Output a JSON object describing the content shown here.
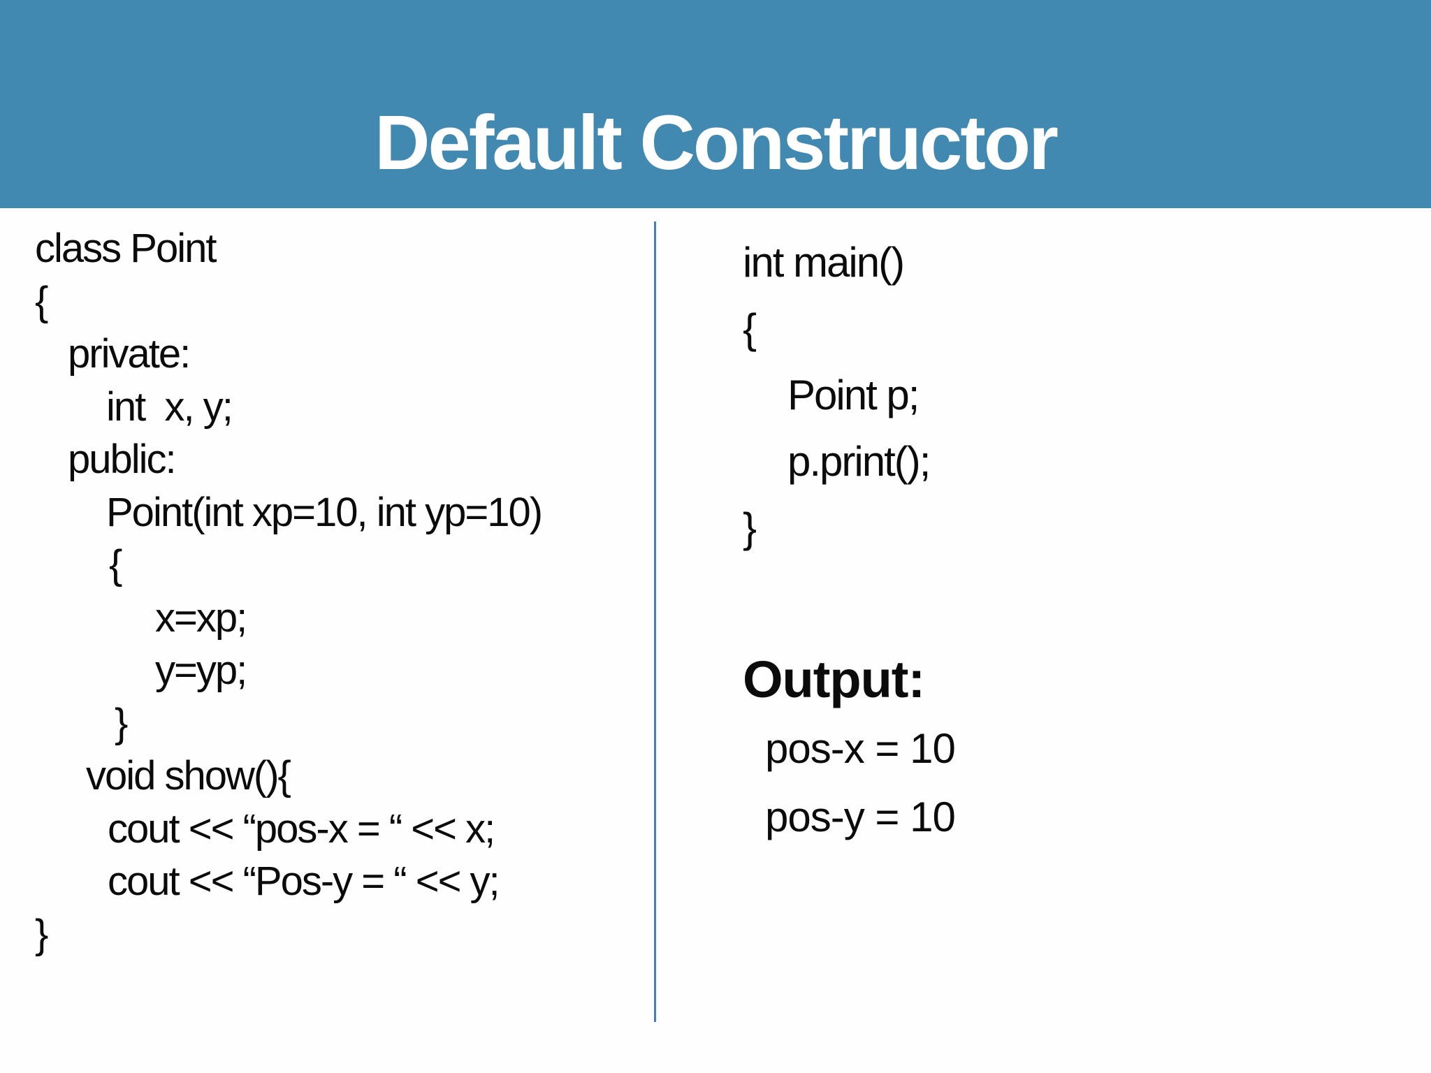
{
  "header": {
    "title": "Default Constructor"
  },
  "left_code": {
    "lines": [
      "class Point",
      "{",
      "private:",
      "int  x, y;",
      "public:",
      "Point(int xp=10, int yp=10)",
      "{",
      "x=xp;",
      "y=yp;",
      "}",
      "void show(){",
      "cout << “pos-x = “ << x;",
      "cout << “Pos-y = “ << y;",
      "}"
    ]
  },
  "right_code": {
    "lines": [
      "int main()",
      "{",
      "Point p;",
      "p.print();",
      "}"
    ]
  },
  "output": {
    "heading": "Output:",
    "lines": [
      "pos-x = 10",
      "pos-y = 10"
    ]
  },
  "colors": {
    "header_bg": "#4289b1",
    "title_text": "#ffffff",
    "divider": "#4a7cbb",
    "code_text": "#0b0b0b",
    "background": "#fdfefd"
  }
}
